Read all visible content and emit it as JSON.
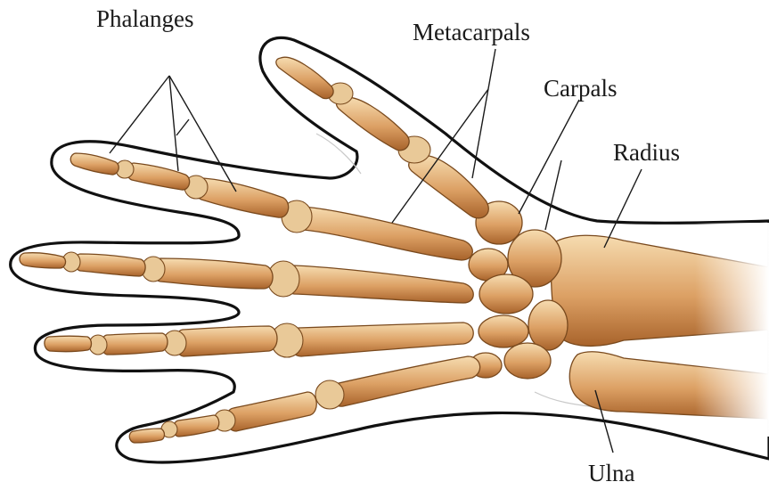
{
  "labels": {
    "phalanges": "Phalanges",
    "metacarpals": "Metacarpals",
    "carpals": "Carpals",
    "radius": "Radius",
    "ulna": "Ulna"
  },
  "colors": {
    "bone_light": "#f2d2a0",
    "bone_mid": "#d99a5a",
    "bone_dark": "#a8632b",
    "outline": "#111111",
    "label": "#1a1a1a"
  }
}
